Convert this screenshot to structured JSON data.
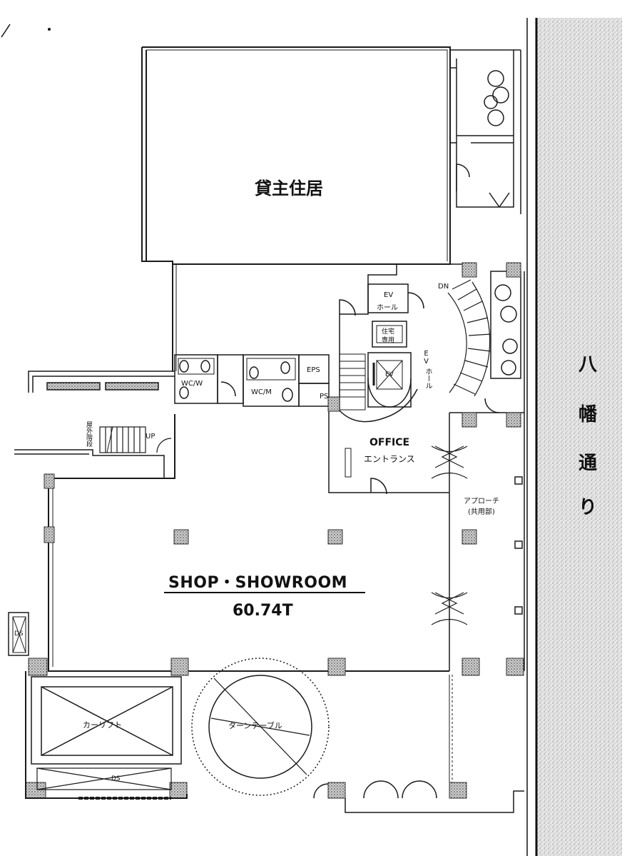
{
  "rooms": {
    "owner_residence": "貸主住居",
    "shop_title": "SHOP・SHOWROOM",
    "shop_area": "60.74T",
    "office": "OFFICE",
    "office_entrance": "エントランス",
    "approach": "アプローチ",
    "approach_sub": "(共用部)",
    "car_lift": "カーリフト",
    "turntable": "ターンテーブル",
    "ev_hall_top_1": "EV",
    "ev_hall_top_2": "ホール",
    "ev_hall_side_1": "EV",
    "ev_hall_side_2": "ホール",
    "ev": "EV",
    "residence_only_1": "住宅",
    "residence_only_2": "専用",
    "eps": "EPS",
    "ps": "PS",
    "wc_w": "WC/W",
    "wc_m": "WC/M",
    "outdoor_stairs": "屋外階段",
    "up": "UP",
    "dn": "DN",
    "ds_left": "DS",
    "ds_bottom": "DS"
  },
  "street": {
    "name_chars": [
      "八",
      "幡",
      "通",
      "り"
    ]
  },
  "colors": {
    "line": "#1a1a1a",
    "hatch": "#8a8a8a",
    "street_band": "#c9c9c9"
  }
}
